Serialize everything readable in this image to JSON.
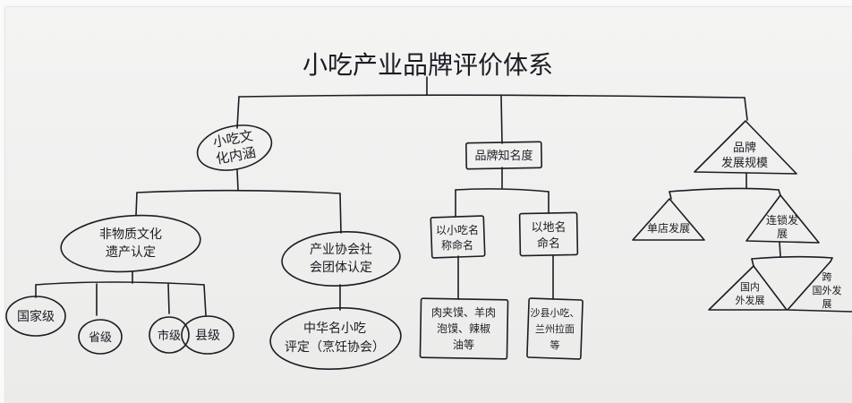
{
  "title": "小吃产业品牌评价体系",
  "branches": {
    "culture": {
      "label_line1": "小吃文",
      "label_line2": "化内涵",
      "intangible": {
        "label_line1": "非物质文化",
        "label_line2": "遗产认定",
        "levels": [
          "国家级",
          "省级",
          "市级",
          "县级"
        ]
      },
      "association": {
        "label_line1": "产业协会社",
        "label_line2": "会团体认定",
        "child_line1": "中华名小吃",
        "child_line2": "评定（烹饪协会）"
      }
    },
    "awareness": {
      "label": "品牌知名度",
      "local": {
        "label_line1": "以小吃名",
        "label_line2": "称命名",
        "examples_line1": "肉夹馍、羊肉",
        "examples_line2": "泡馍、辣椒",
        "examples_line3": "油等"
      },
      "place": {
        "label_line1": "以地名",
        "label_line2": "命名",
        "examples_line1": "沙县小吃、",
        "examples_line2": "兰州拉面",
        "examples_line3": "等"
      }
    },
    "scale": {
      "label_line1": "品牌",
      "label_line2": "发展规模",
      "single": "单店发展",
      "chain": {
        "label_line1": "连锁发",
        "label_line2": "展",
        "domestic_line1": "国内",
        "domestic_line2": "外发展",
        "overseas_line1": "跨",
        "overseas_line2": "国外发",
        "overseas_line3": "展"
      }
    }
  }
}
